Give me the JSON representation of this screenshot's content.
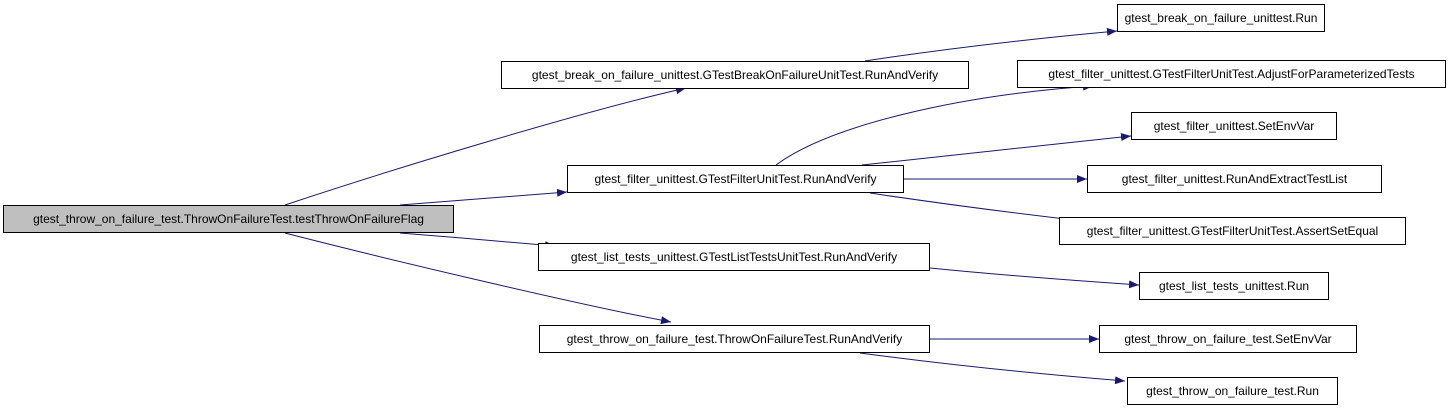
{
  "graph": {
    "colors": {
      "edge": "#191970",
      "root_fill": "#bfbfbf",
      "node_fill": "#ffffff",
      "border": "#000000"
    },
    "nodes": {
      "root": "gtest_throw_on_failure_test.ThrowOnFailureTest.testThrowOnFailureFlag",
      "break_verify": "gtest_break_on_failure_unittest.GTestBreakOnFailureUnitTest.RunAndVerify",
      "break_run": "gtest_break_on_failure_unittest.Run",
      "filter_verify": "gtest_filter_unittest.GTestFilterUnitTest.RunAndVerify",
      "filter_adjust": "gtest_filter_unittest.GTestFilterUnitTest.AdjustForParameterizedTests",
      "filter_setenv": "gtest_filter_unittest.SetEnvVar",
      "filter_extract": "gtest_filter_unittest.RunAndExtractTestList",
      "filter_assert": "gtest_filter_unittest.GTestFilterUnitTest.AssertSetEqual",
      "list_verify": "gtest_list_tests_unittest.GTestListTestsUnitTest.RunAndVerify",
      "list_run": "gtest_list_tests_unittest.Run",
      "throw_verify": "gtest_throw_on_failure_test.ThrowOnFailureTest.RunAndVerify",
      "throw_setenv": "gtest_throw_on_failure_test.SetEnvVar",
      "throw_run": "gtest_throw_on_failure_test.Run"
    },
    "edges": [
      [
        "root",
        "break_verify"
      ],
      [
        "root",
        "filter_verify"
      ],
      [
        "root",
        "list_verify"
      ],
      [
        "root",
        "throw_verify"
      ],
      [
        "break_verify",
        "break_run"
      ],
      [
        "filter_verify",
        "filter_adjust"
      ],
      [
        "filter_verify",
        "filter_setenv"
      ],
      [
        "filter_verify",
        "filter_extract"
      ],
      [
        "filter_verify",
        "filter_assert"
      ],
      [
        "list_verify",
        "list_run"
      ],
      [
        "throw_verify",
        "throw_setenv"
      ],
      [
        "throw_verify",
        "throw_run"
      ]
    ]
  }
}
